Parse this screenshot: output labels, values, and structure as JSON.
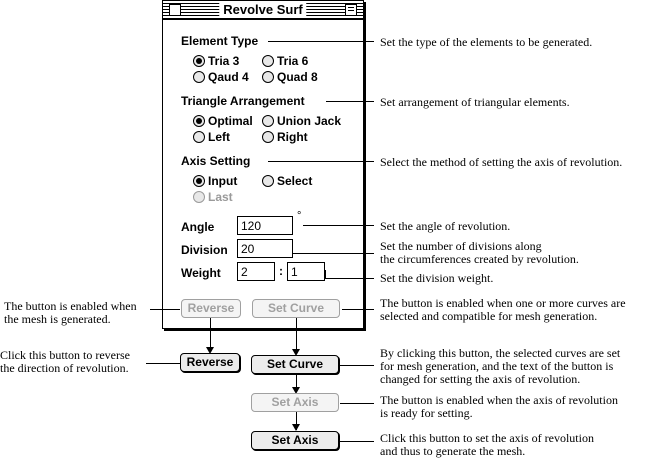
{
  "window": {
    "title": "Revolve Surf"
  },
  "element_type": {
    "heading": "Element Type",
    "options": [
      "Tria 3",
      "Tria 6",
      "Qaud 4",
      "Quad 8"
    ],
    "selected": "Tria 3"
  },
  "triangle_arrangement": {
    "heading": "Triangle Arrangement",
    "options": [
      "Optimal",
      "Union Jack",
      "Left",
      "Right"
    ],
    "selected": "Optimal"
  },
  "axis_setting": {
    "heading": "Axis Setting",
    "options": [
      "Input",
      "Select",
      "Last"
    ],
    "selected": "Input"
  },
  "angle": {
    "label": "Angle",
    "value": "120",
    "unit": "°"
  },
  "division": {
    "label": "Division",
    "value": "20"
  },
  "weight": {
    "label": "Weight",
    "value1": "2",
    "separator": ":",
    "value2": "1"
  },
  "buttons": {
    "reverse": "Reverse",
    "set_curve": "Set Curve",
    "set_axis": "Set Axis"
  },
  "notes": {
    "element_type": "Set the type of the elements to be generated.",
    "arrangement": "Set arrangement of triangular elements.",
    "axis_setting": "Select the method of setting the axis of revolution.",
    "angle": "Set the angle of revolution.",
    "division_1": "Set the number of divisions along",
    "division_2": "the circumferences created by revolution.",
    "weight": "Set the division weight.",
    "reverse_enabled_1": "The button is enabled when",
    "reverse_enabled_2": "the mesh is generated.",
    "curve_enabled_1": "The button is enabled when one or more curves are",
    "curve_enabled_2": "selected and compatible for mesh generation.",
    "reverse_click_1": "Click this button to reverse",
    "reverse_click_2": "the direction of revolution.",
    "curve_click_1": "By clicking this button, the selected curves are set",
    "curve_click_2": "for mesh generation, and the text of the button is",
    "curve_click_3": "changed for setting the axis of revolution.",
    "axis_enabled_1": "The button is enabled when the axis of revolution",
    "axis_enabled_2": "is ready for setting.",
    "axis_click_1": "Click this button to set the axis of revolution",
    "axis_click_2": "and thus to generate the mesh."
  }
}
